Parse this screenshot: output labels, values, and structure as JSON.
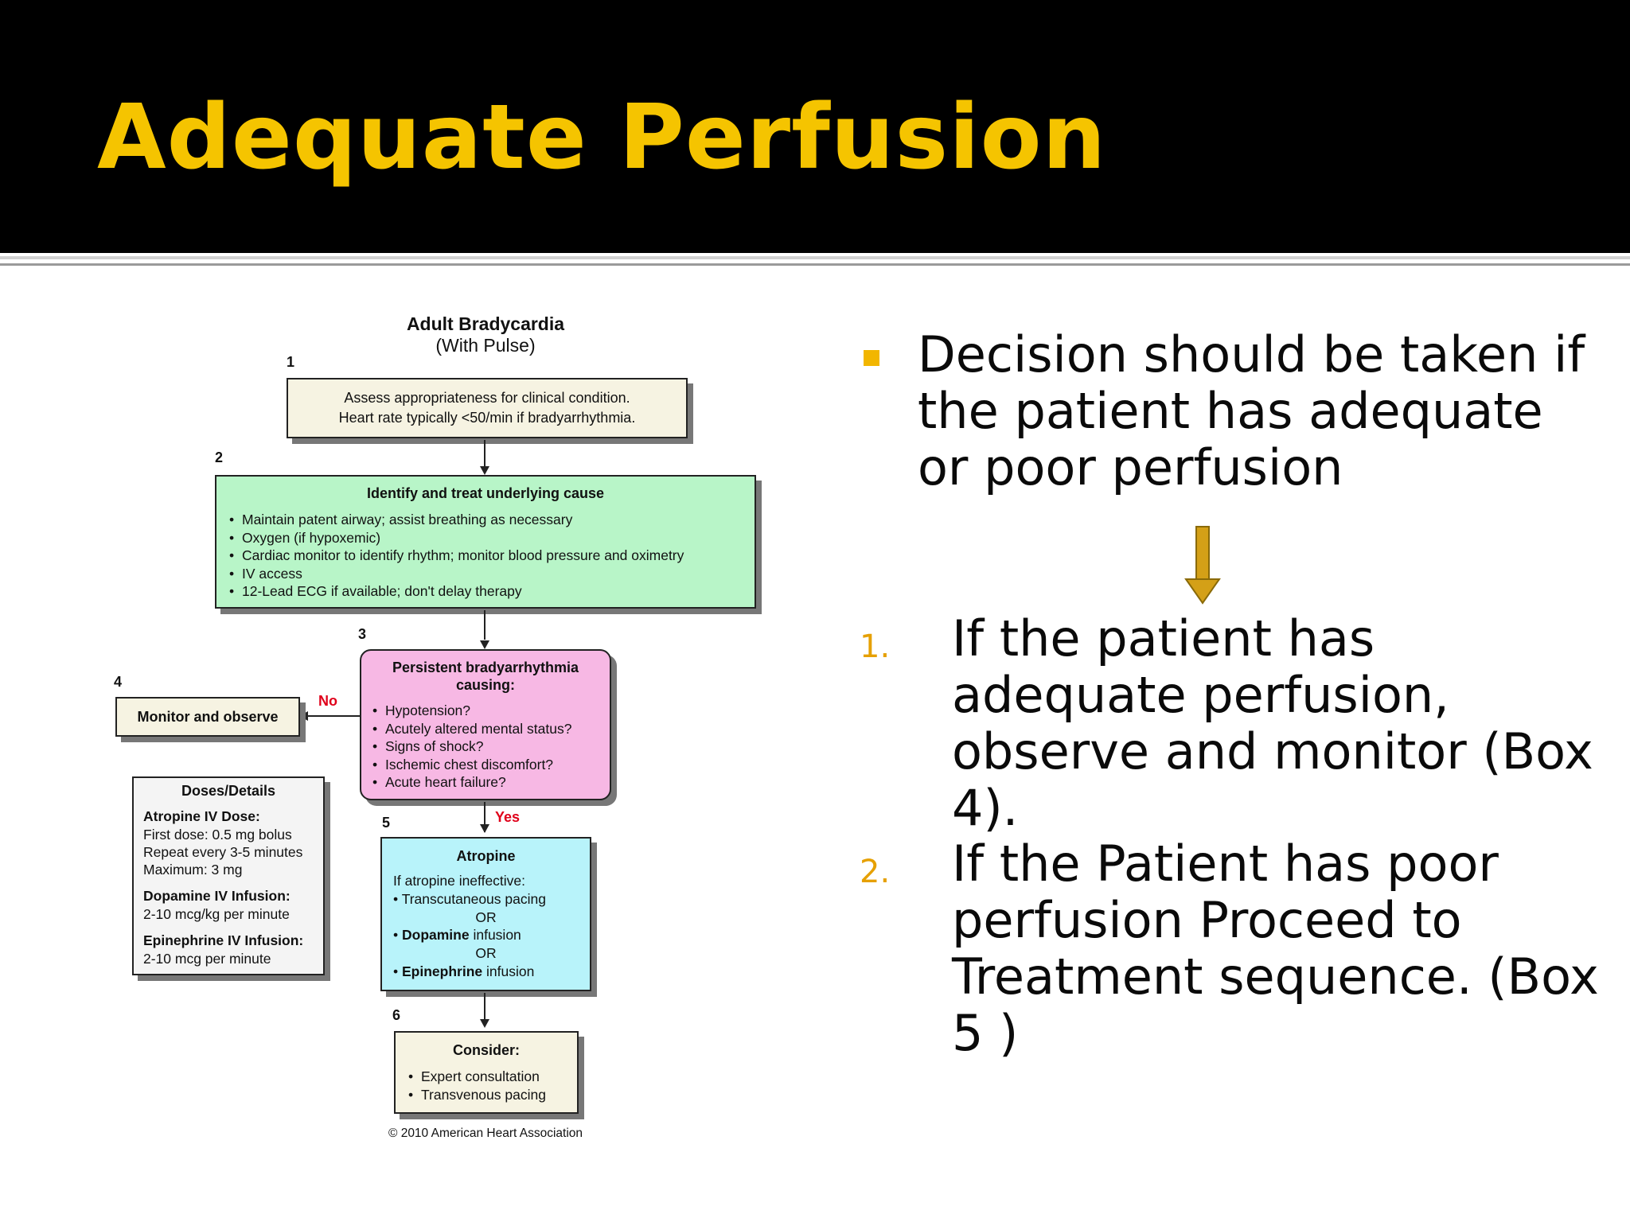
{
  "slide": {
    "title": "Adequate Perfusion"
  },
  "flowchart": {
    "title": "Adult Bradycardia",
    "subtitle": "(With Pulse)",
    "box1": {
      "number": "1",
      "line1": "Assess appropriateness for clinical condition.",
      "line2": "Heart rate typically <50/min if bradyarrhythmia."
    },
    "box2": {
      "number": "2",
      "heading": "Identify and treat underlying cause",
      "items": [
        "Maintain patent airway; assist breathing as necessary",
        "Oxygen (if hypoxemic)",
        "Cardiac monitor to identify rhythm; monitor blood pressure and oximetry",
        "IV access",
        "12-Lead ECG if available; don't delay therapy"
      ]
    },
    "box3": {
      "number": "3",
      "heading": "Persistent bradyarrhythmia causing:",
      "items": [
        "Hypotension?",
        "Acutely altered mental status?",
        "Signs of shock?",
        "Ischemic chest discomfort?",
        "Acute heart failure?"
      ]
    },
    "box4": {
      "number": "4",
      "text": "Monitor and observe",
      "branch_label": "No"
    },
    "box5": {
      "number": "5",
      "branch_label": "Yes",
      "heading": "Atropine",
      "intro": "If atropine ineffective:",
      "option1": "Transcutaneous pacing",
      "or1": "OR",
      "option2_bold": "Dopamine",
      "option2_rest": " infusion",
      "or2": "OR",
      "option3_bold": "Epinephrine",
      "option3_rest": " infusion"
    },
    "box6": {
      "number": "6",
      "heading": "Consider:",
      "items": [
        "Expert consultation",
        "Transvenous pacing"
      ]
    },
    "doses": {
      "heading": "Doses/Details",
      "atropine_title": "Atropine IV Dose:",
      "atropine_lines": [
        "First dose: 0.5 mg bolus",
        "Repeat every 3-5 minutes",
        "Maximum: 3 mg"
      ],
      "dopamine_title": "Dopamine IV Infusion:",
      "dopamine_lines": [
        "2-10 mcg/kg per minute"
      ],
      "epinephrine_title": "Epinephrine IV Infusion:",
      "epinephrine_lines": [
        "2-10 mcg per minute"
      ]
    },
    "copyright": "© 2010 American Heart Association"
  },
  "content": {
    "lead_bullet": "Decision should be taken if the patient has adequate or poor perfusion",
    "numbered": [
      {
        "num": "1.",
        "text": "If the patient has adequate perfusion, observe and monitor (Box 4)."
      },
      {
        "num": "2.",
        "text": "If the Patient has poor perfusion Proceed to Treatment sequence. (Box 5 )"
      }
    ]
  },
  "colors": {
    "title_bar": "#000000",
    "title_text": "#f5c400",
    "bullet_accent": "#f2b600",
    "box_green": "#b8f5c8",
    "box_pink": "#f7b8e4",
    "box_cyan": "#b8f3fa",
    "box_beige": "#f6f3e2",
    "arrow_gold": "#d4a017",
    "label_red": "#e0001a"
  }
}
